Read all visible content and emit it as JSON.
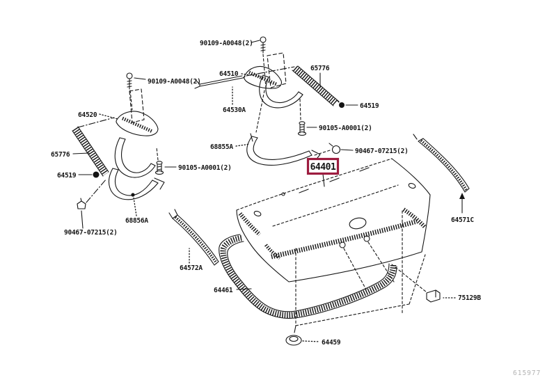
{
  "diagram": {
    "type": "exploded-parts-diagram",
    "subject": "luggage compartment / trunk lid assembly",
    "highlighted_part": "64401"
  },
  "parts": [
    {
      "id": "bolt-90109-a0048-top",
      "pn": "90109-A0048(2)"
    },
    {
      "id": "hinge-64510",
      "pn": "64510"
    },
    {
      "id": "torsion-bar-65776-right",
      "pn": "65776"
    },
    {
      "id": "fastener-64519-right",
      "pn": "64519"
    },
    {
      "id": "support-64530a",
      "pn": "64530A"
    },
    {
      "id": "bolt-90105-a0001-right",
      "pn": "90105-A0001(2)"
    },
    {
      "id": "bolt-90109-a0048-left",
      "pn": "90109-A0048(2)"
    },
    {
      "id": "hinge-64520",
      "pn": "64520"
    },
    {
      "id": "torsion-bar-65776-left",
      "pn": "65776"
    },
    {
      "id": "fastener-64519-left",
      "pn": "64519"
    },
    {
      "id": "bolt-90105-a0001-left",
      "pn": "90105-A0001(2)"
    },
    {
      "id": "arm-68855a",
      "pn": "68855A"
    },
    {
      "id": "clip-90467-07215-right",
      "pn": "90467-07215(2)"
    },
    {
      "id": "trunk-lid-64401",
      "pn": "64401",
      "highlighted": true
    },
    {
      "id": "garnish-64571c",
      "pn": "64571C"
    },
    {
      "id": "clip-90467-07215-left",
      "pn": "90467-07215(2)"
    },
    {
      "id": "arm-68856a",
      "pn": "68856A"
    },
    {
      "id": "garnish-64572a",
      "pn": "64572A"
    },
    {
      "id": "weatherstrip-64461",
      "pn": "64461"
    },
    {
      "id": "clip-75129b",
      "pn": "75129B"
    },
    {
      "id": "grommet-64459",
      "pn": "64459"
    }
  ],
  "footer": {
    "code": "615977"
  },
  "colors": {
    "line": "#141414",
    "highlight_box": "#9d1c3f",
    "footer_text": "#b3b3b3",
    "background": "#ffffff"
  }
}
